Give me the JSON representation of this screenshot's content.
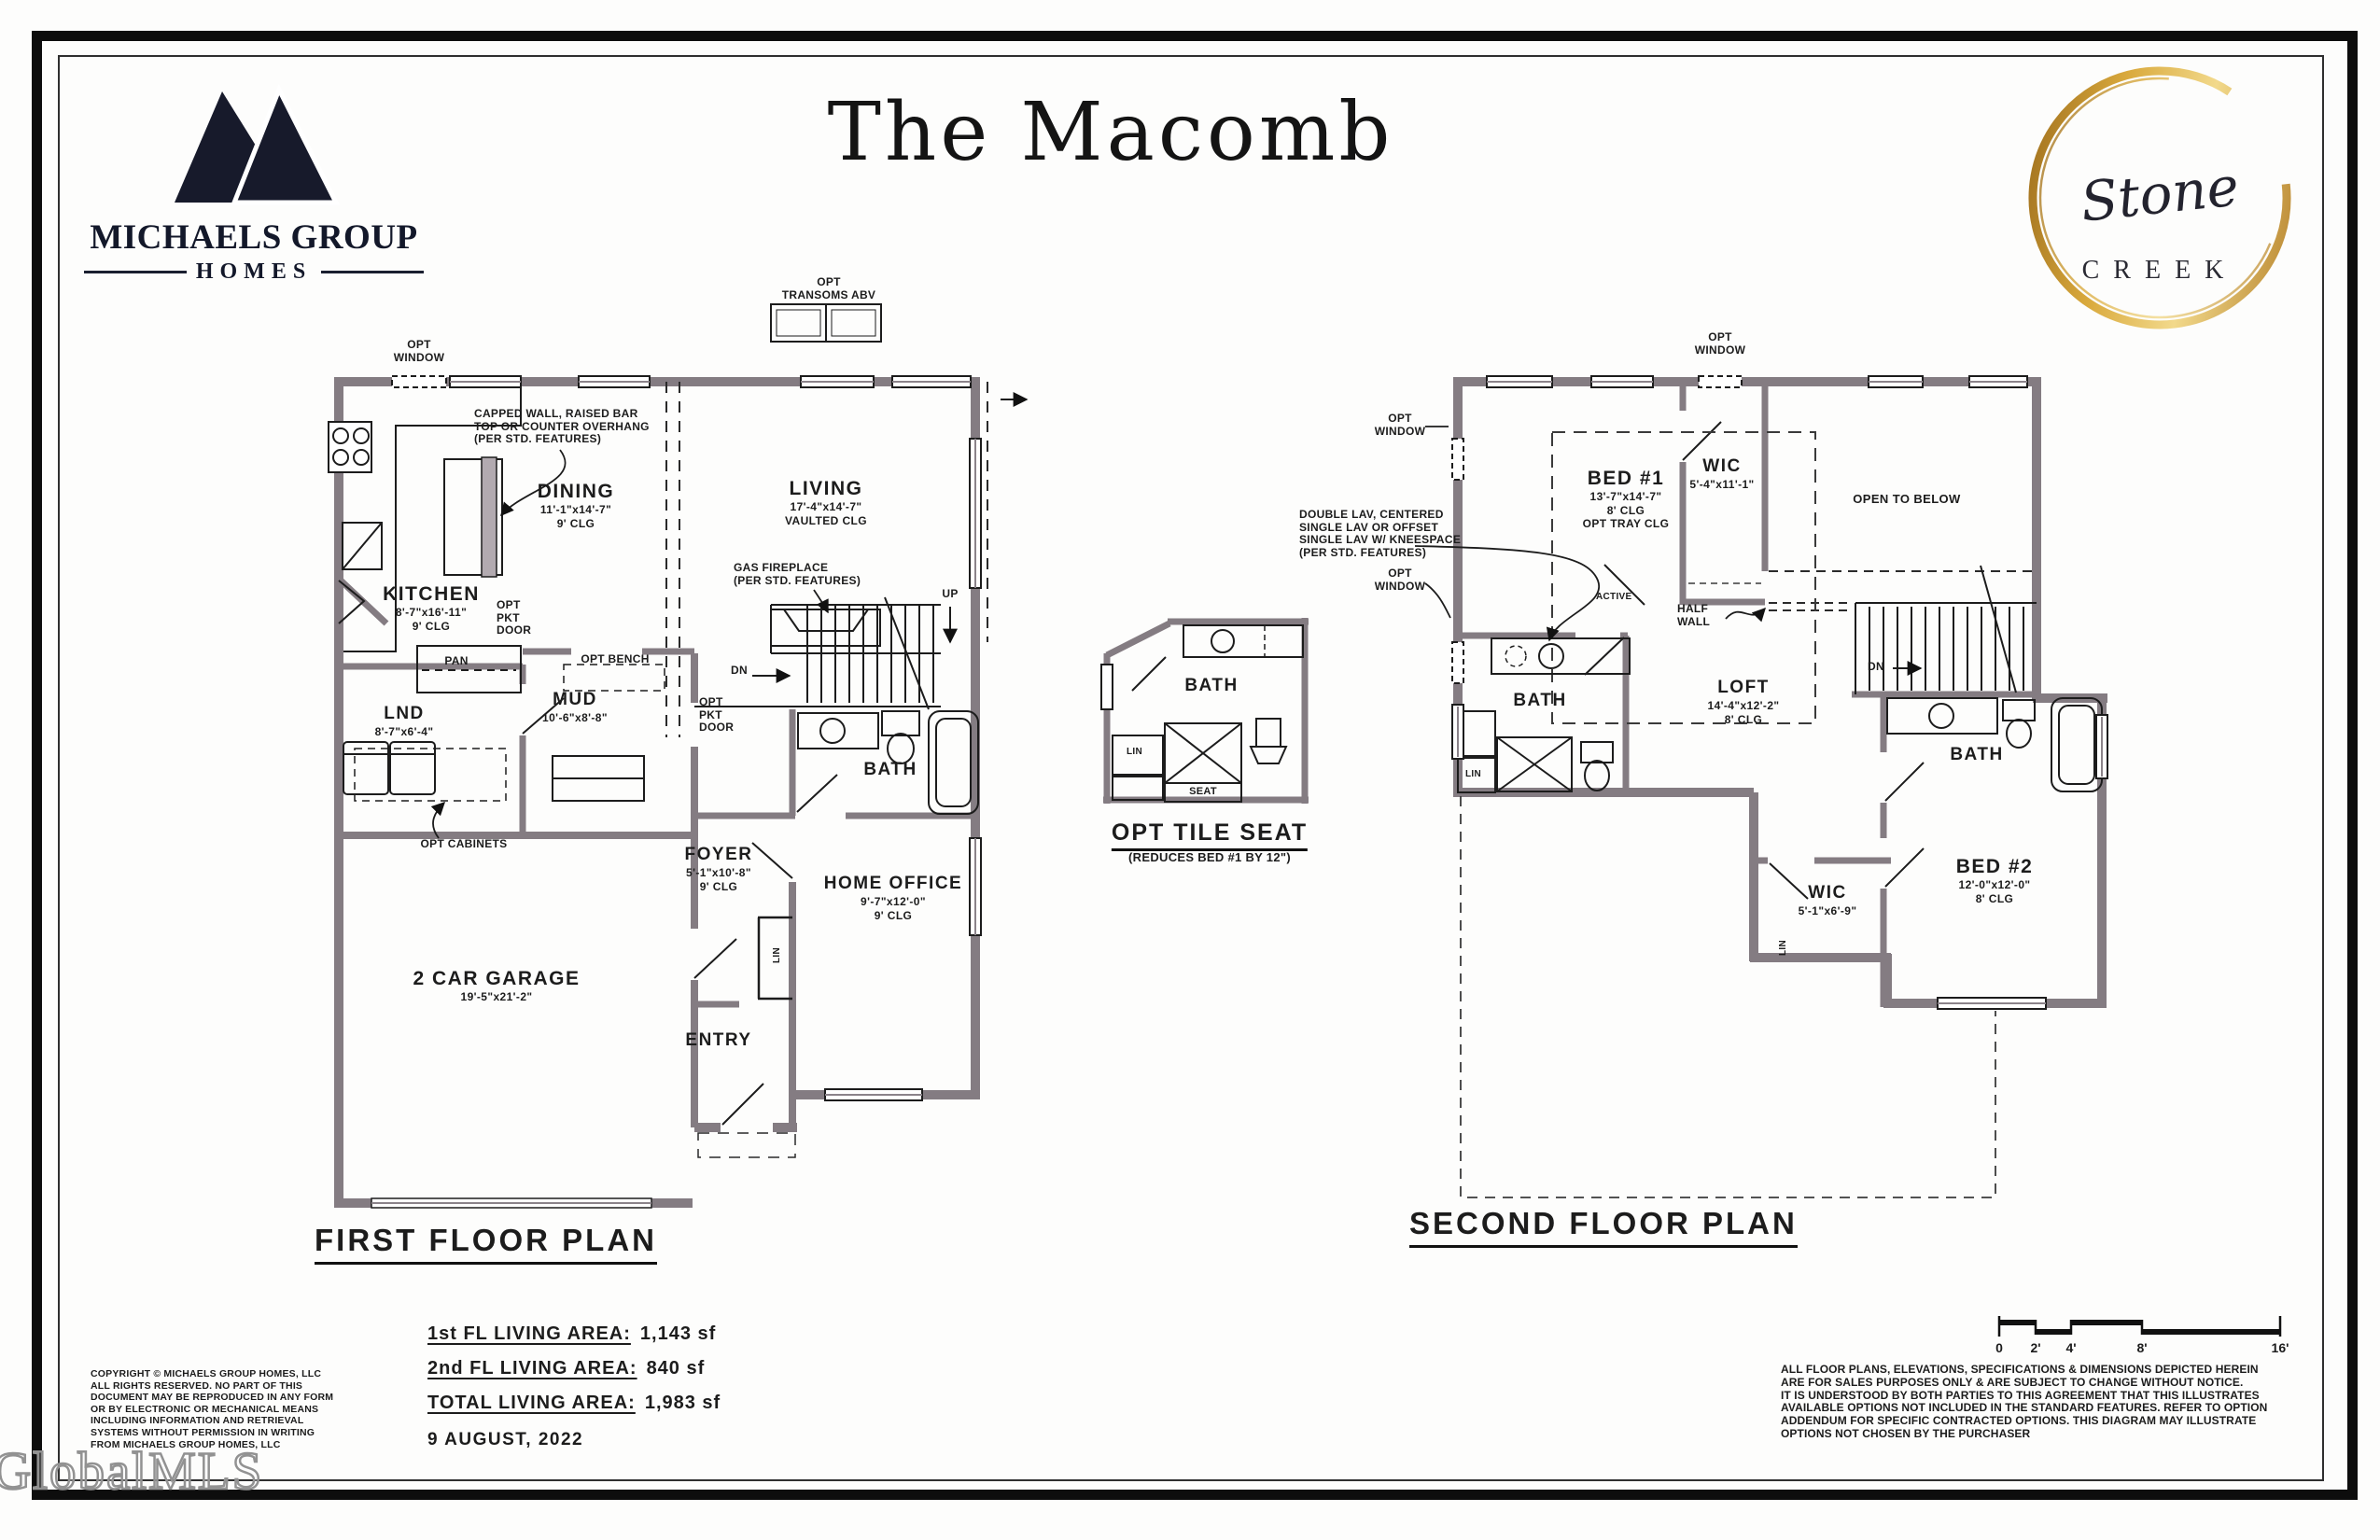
{
  "branding": {
    "builder_name": "MICHAELS GROUP",
    "builder_sub": "HOMES",
    "plan_title": "The Macomb",
    "community_script": "Stone",
    "community_caps": "CREEK"
  },
  "first_floor": {
    "title": "FIRST FLOOR PLAN",
    "rooms": {
      "kitchen": {
        "name": "KITCHEN",
        "dims": "8'-7\"x16'-11\"",
        "clg": "9' CLG"
      },
      "dining": {
        "name": "DINING",
        "dims": "11'-1\"x14'-7\"",
        "clg": "9' CLG"
      },
      "living": {
        "name": "LIVING",
        "dims": "17'-4\"x14'-7\"",
        "clg": "VAULTED CLG"
      },
      "laundry": {
        "name": "LND",
        "dims": "8'-7\"x6'-4\""
      },
      "mud": {
        "name": "MUD",
        "dims": "10'-6\"x8'-8\""
      },
      "bath": {
        "name": "BATH"
      },
      "foyer": {
        "name": "FOYER",
        "dims": "5'-1\"x10'-8\"",
        "clg": "9' CLG"
      },
      "home_office": {
        "name": "HOME OFFICE",
        "dims": "9'-7\"x12'-0\"",
        "clg": "9' CLG"
      },
      "garage": {
        "name": "2 CAR GARAGE",
        "dims": "19'-5\"x21'-2\""
      },
      "entry": {
        "name": "ENTRY"
      }
    },
    "notes": {
      "opt_window": "OPT WINDOW",
      "opt_transoms_1": "OPT",
      "opt_transoms_2": "TRANSOMS ABV",
      "capped_wall_1": "CAPPED WALL, RAISED BAR",
      "capped_wall_2": "TOP OR COUNTER OVERHANG",
      "capped_wall_3": "(PER STD. FEATURES)",
      "gas_fireplace_1": "GAS FIREPLACE",
      "gas_fireplace_2": "(PER STD. FEATURES)",
      "opt_pkt_door": "OPT PKT DOOR",
      "opt_bench": "OPT BENCH",
      "pan": "PAN",
      "opt_cabinets": "OPT CABINETS",
      "lin": "LIN",
      "up": "UP",
      "dn": "DN"
    }
  },
  "second_floor": {
    "title": "SECOND FLOOR PLAN",
    "rooms": {
      "bed1": {
        "name": "BED #1",
        "dims": "13'-7\"x14'-7\"",
        "clg": "8' CLG",
        "opt": "OPT TRAY CLG"
      },
      "wic1": {
        "name": "WIC",
        "dims": "5'-4\"x11'-1\""
      },
      "open_below": {
        "name": "OPEN TO BELOW"
      },
      "bath1": {
        "name": "BATH"
      },
      "loft": {
        "name": "LOFT",
        "dims": "14'-4\"x12'-2\"",
        "clg": "8' CLG"
      },
      "bath2": {
        "name": "BATH"
      },
      "wic2": {
        "name": "WIC",
        "dims": "5'-1\"x6'-9\""
      },
      "bed2": {
        "name": "BED #2",
        "dims": "12'-0\"x12'-0\"",
        "clg": "8' CLG"
      }
    },
    "notes": {
      "opt_window": "OPT WINDOW",
      "double_lav_1": "DOUBLE LAV, CENTERED",
      "double_lav_2": "SINGLE LAV OR OFFSET",
      "double_lav_3": "SINGLE LAV W/ KNEESPACE",
      "double_lav_4": "(PER STD. FEATURES)",
      "active": "ACTIVE",
      "half_wall_1": "HALF",
      "half_wall_2": "WALL",
      "dn": "DN",
      "lin": "LIN"
    }
  },
  "detail": {
    "bath": "BATH",
    "lin": "LIN",
    "seat": "SEAT",
    "title": "OPT TILE SEAT",
    "subtitle": "(REDUCES BED #1 BY 12\")"
  },
  "stats": {
    "rows": [
      {
        "label": "1st FL LIVING AREA:",
        "value": "1,143 sf"
      },
      {
        "label": "2nd FL LIVING AREA:",
        "value": "840 sf"
      },
      {
        "label": "TOTAL LIVING AREA:",
        "value": "1,983 sf"
      }
    ],
    "date": "9 AUGUST, 2022"
  },
  "legal": {
    "copyright": [
      "COPYRIGHT © MICHAELS GROUP HOMES, LLC",
      "ALL RIGHTS RESERVED.  NO PART OF THIS",
      "DOCUMENT MAY BE REPRODUCED IN ANY FORM",
      "OR BY ELECTRONIC OR MECHANICAL MEANS",
      "INCLUDING INFORMATION AND RETRIEVAL",
      "SYSTEMS WITHOUT PERMISSION IN WRITING",
      "FROM MICHAELS GROUP HOMES, LLC"
    ],
    "disclaimer": [
      "ALL FLOOR PLANS, ELEVATIONS, SPECIFICATIONS & DIMENSIONS DEPICTED HEREIN",
      "ARE FOR SALES PURPOSES ONLY & ARE SUBJECT TO CHANGE WITHOUT NOTICE.",
      "IT IS UNDERSTOOD BY BOTH PARTIES TO THIS AGREEMENT THAT THIS ILLUSTRATES",
      "AVAILABLE OPTIONS NOT INCLUDED IN THE STANDARD FEATURES.  REFER TO OPTION",
      "ADDENDUM FOR SPECIFIC CONTRACTED OPTIONS.  THIS DIAGRAM MAY ILLUSTRATE",
      "OPTIONS NOT CHOSEN BY THE PURCHASER"
    ]
  },
  "scale_bar": {
    "labels": [
      "0",
      "2'",
      "4'",
      "8'",
      "16'"
    ]
  },
  "watermark": "GlobalMLS",
  "colors": {
    "gold": "#b9882f",
    "wall": "#847c82",
    "ink": "#1c1c1c"
  }
}
